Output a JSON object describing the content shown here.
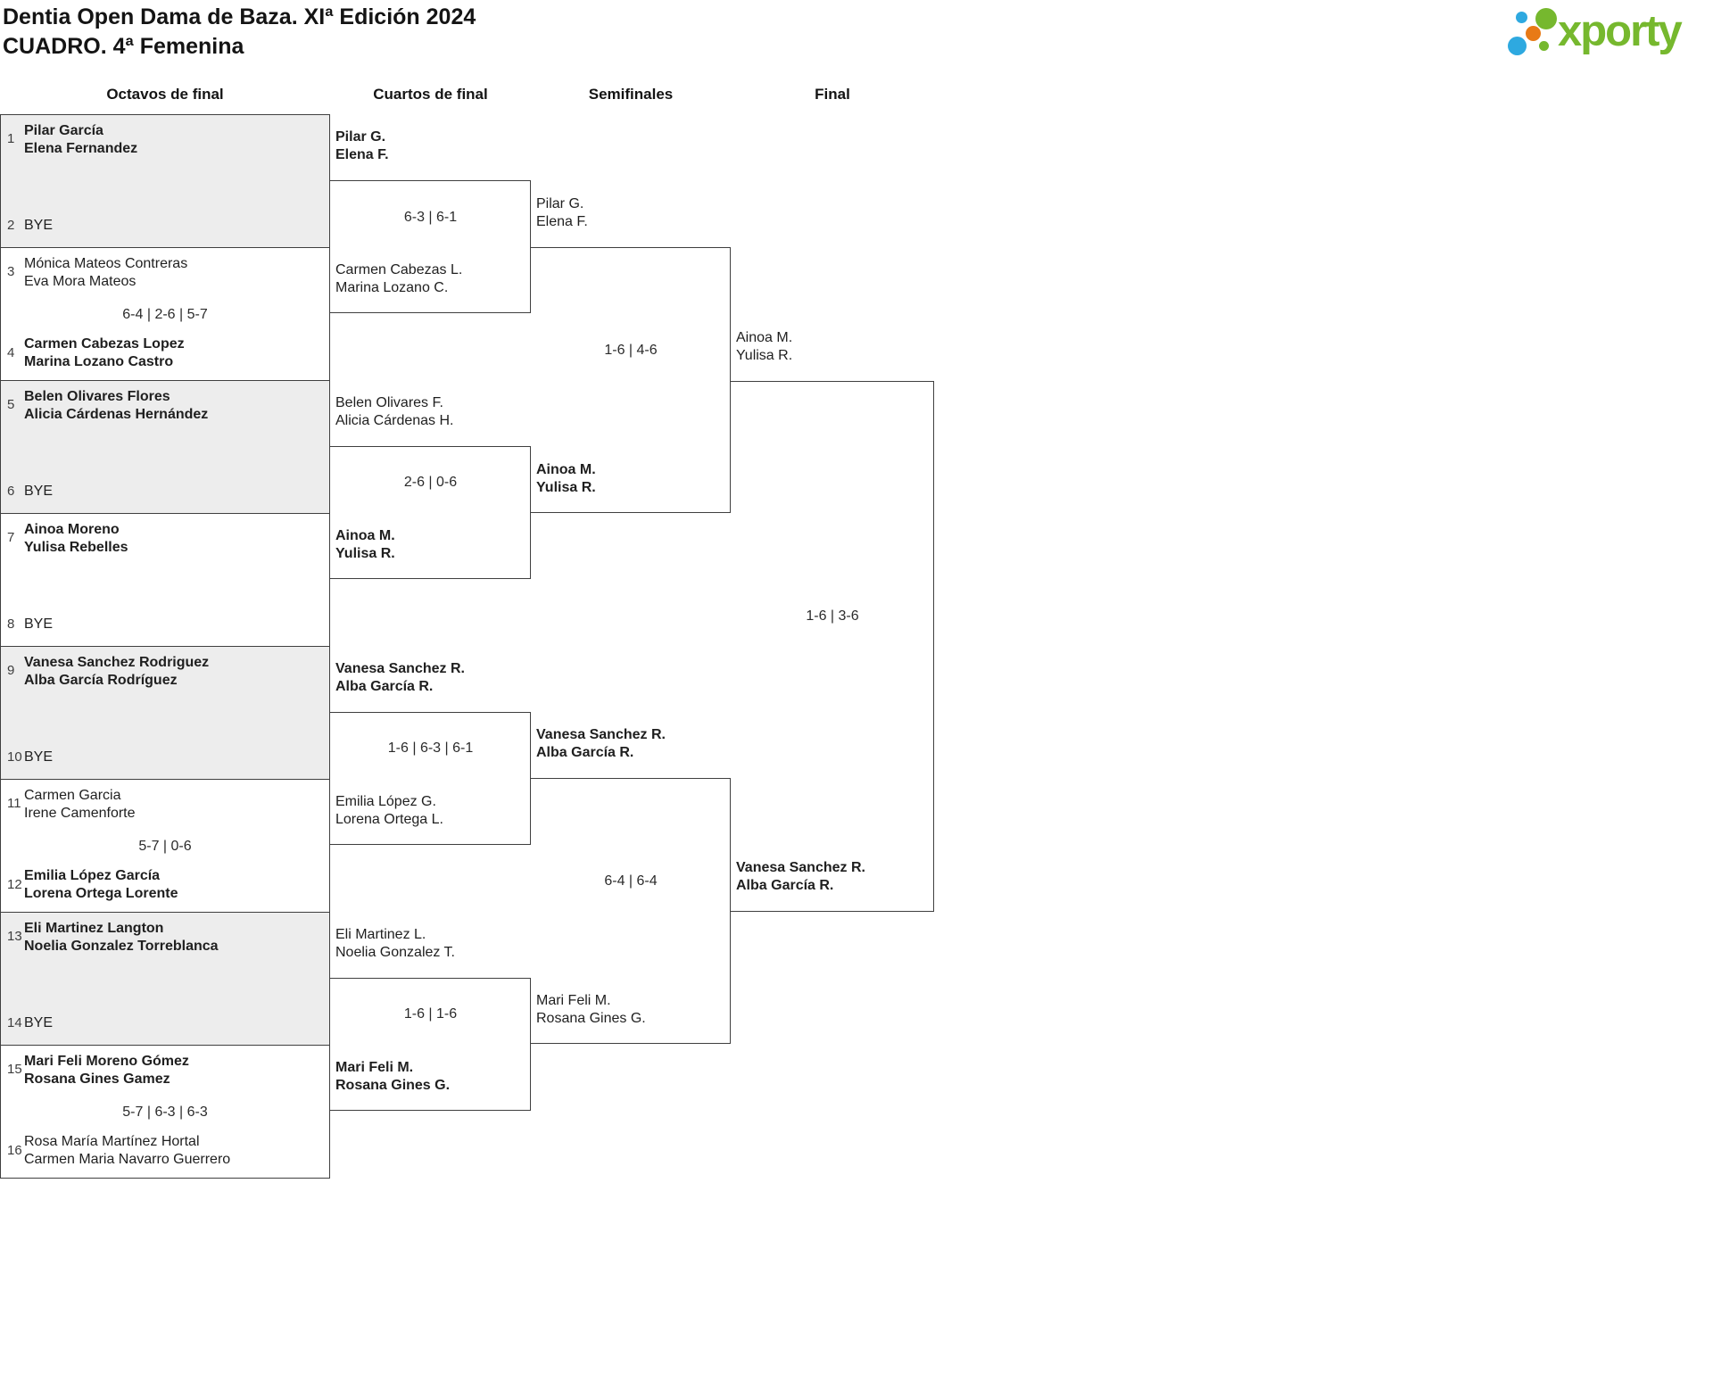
{
  "header": {
    "title_line1": "Dentia Open Dama de Baza. XIª Edición 2024",
    "title_line2": "CUADRO. 4ª Femenina",
    "logo_text": "xporty"
  },
  "columns": [
    "Octavos de final",
    "Cuartos de final",
    "Semifinales",
    "Final"
  ],
  "colors": {
    "logo_green": "#76b82e",
    "logo_blue": "#2ea9e0",
    "logo_orange": "#e87a16",
    "box_shaded": "#ededed",
    "border": "#3f3f3f",
    "text": "#1f1f1f"
  },
  "bracket": {
    "octavos": [
      {
        "shaded": true,
        "score": "",
        "top": {
          "seed": "1",
          "name1": "Pilar García",
          "name2": "Elena Fernandez",
          "winner": true,
          "bye": false
        },
        "bottom": {
          "seed": "2",
          "name1": "BYE",
          "name2": "",
          "winner": false,
          "bye": true
        }
      },
      {
        "shaded": false,
        "score": "6-4 | 2-6 | 5-7",
        "top": {
          "seed": "3",
          "name1": "Mónica Mateos Contreras",
          "name2": "Eva Mora Mateos",
          "winner": false,
          "bye": false
        },
        "bottom": {
          "seed": "4",
          "name1": "Carmen Cabezas Lopez",
          "name2": "Marina Lozano Castro",
          "winner": true,
          "bye": false
        }
      },
      {
        "shaded": true,
        "score": "",
        "top": {
          "seed": "5",
          "name1": "Belen Olivares Flores",
          "name2": "Alicia Cárdenas Hernández",
          "winner": true,
          "bye": false
        },
        "bottom": {
          "seed": "6",
          "name1": "BYE",
          "name2": "",
          "winner": false,
          "bye": true
        }
      },
      {
        "shaded": false,
        "score": "",
        "top": {
          "seed": "7",
          "name1": "Ainoa Moreno",
          "name2": "Yulisa Rebelles",
          "winner": true,
          "bye": false
        },
        "bottom": {
          "seed": "8",
          "name1": "BYE",
          "name2": "",
          "winner": false,
          "bye": true
        }
      },
      {
        "shaded": true,
        "score": "",
        "top": {
          "seed": "9",
          "name1": "Vanesa Sanchez Rodriguez",
          "name2": "Alba García Rodríguez",
          "winner": true,
          "bye": false
        },
        "bottom": {
          "seed": "10",
          "name1": "BYE",
          "name2": "",
          "winner": false,
          "bye": true
        }
      },
      {
        "shaded": false,
        "score": "5-7 | 0-6",
        "top": {
          "seed": "11",
          "name1": "Carmen Garcia",
          "name2": "Irene Camenforte",
          "winner": false,
          "bye": false
        },
        "bottom": {
          "seed": "12",
          "name1": "Emilia López García",
          "name2": "Lorena Ortega Lorente",
          "winner": true,
          "bye": false
        }
      },
      {
        "shaded": true,
        "score": "",
        "top": {
          "seed": "13",
          "name1": "Eli Martinez Langton",
          "name2": "Noelia Gonzalez Torreblanca",
          "winner": true,
          "bye": false
        },
        "bottom": {
          "seed": "14",
          "name1": "BYE",
          "name2": "",
          "winner": false,
          "bye": true
        }
      },
      {
        "shaded": false,
        "score": "5-7 | 6-3 | 6-3",
        "top": {
          "seed": "15",
          "name1": "Mari Feli Moreno Gómez",
          "name2": "Rosana Gines Gamez",
          "winner": true,
          "bye": false
        },
        "bottom": {
          "seed": "16",
          "name1": "Rosa María Martínez Hortal",
          "name2": "Carmen Maria Navarro Guerrero",
          "winner": false,
          "bye": false
        }
      }
    ],
    "cuartos": [
      {
        "score": "6-3 | 6-1",
        "top": {
          "name1": "Pilar G.",
          "name2": "Elena F.",
          "winner": true
        },
        "bottom": {
          "name1": "Carmen Cabezas L.",
          "name2": "Marina Lozano C.",
          "winner": false
        }
      },
      {
        "score": "2-6 | 0-6",
        "top": {
          "name1": "Belen Olivares F.",
          "name2": "Alicia Cárdenas H.",
          "winner": false
        },
        "bottom": {
          "name1": "Ainoa M.",
          "name2": "Yulisa R.",
          "winner": true
        }
      },
      {
        "score": "1-6 | 6-3 | 6-1",
        "top": {
          "name1": "Vanesa Sanchez R.",
          "name2": "Alba García R.",
          "winner": true
        },
        "bottom": {
          "name1": "Emilia López G.",
          "name2": "Lorena Ortega L.",
          "winner": false
        }
      },
      {
        "score": "1-6 | 1-6",
        "top": {
          "name1": "Eli Martinez L.",
          "name2": "Noelia Gonzalez T.",
          "winner": false
        },
        "bottom": {
          "name1": "Mari Feli M.",
          "name2": "Rosana Gines G.",
          "winner": true
        }
      }
    ],
    "semifinales": [
      {
        "score": "1-6 | 4-6",
        "top": {
          "name1": "Pilar G.",
          "name2": "Elena F.",
          "winner": false
        },
        "bottom": {
          "name1": "Ainoa M.",
          "name2": "Yulisa R.",
          "winner": true
        }
      },
      {
        "score": "6-4 | 6-4",
        "top": {
          "name1": "Vanesa Sanchez R.",
          "name2": "Alba García R.",
          "winner": true
        },
        "bottom": {
          "name1": "Mari Feli M.",
          "name2": "Rosana Gines G.",
          "winner": false
        }
      }
    ],
    "final": {
      "score": "1-6 | 3-6",
      "top": {
        "name1": "Ainoa M.",
        "name2": "Yulisa R.",
        "winner": false
      },
      "bottom": {
        "name1": "Vanesa Sanchez R.",
        "name2": "Alba García R.",
        "winner": true
      }
    }
  }
}
